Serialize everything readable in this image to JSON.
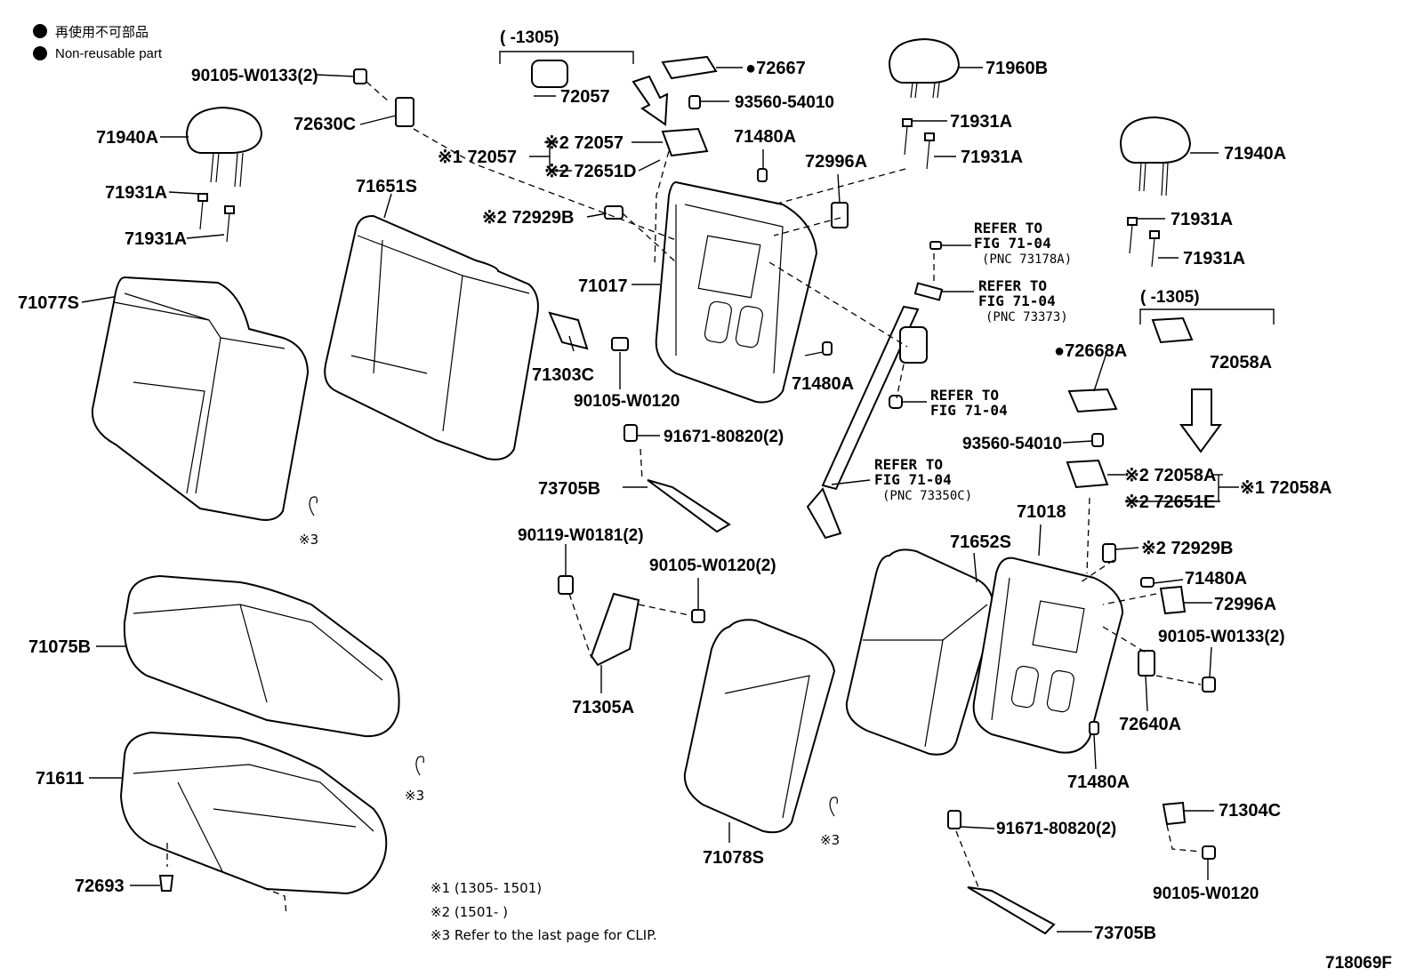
{
  "legend": {
    "jp": "再使用不可部品",
    "en": "Non-reusable part"
  },
  "figure_code": "718069F",
  "notes": {
    "n1": "※1 (1305- 1501)",
    "n2": "※2 (1501-      )",
    "n3": "※3 Refer to the last page for CLIP."
  },
  "ranges": {
    "left": "(        -1305)",
    "right": "(        -1305)"
  },
  "clip_marks": {
    "c1": "※3",
    "c2": "※3",
    "c3": "※3"
  },
  "parts": {
    "p_90105_W0133_a": "90105-W0133(2)",
    "p_72630C": "72630C",
    "p_71940A_left": "71940A",
    "p_71931A_l1": "71931A",
    "p_71931A_l2": "71931A",
    "p_71077S": "71077S",
    "p_71651S": "71651S",
    "p_72057_top": "72057",
    "p_72057_x1": "※1 72057",
    "p_72057_x2": "※2 72057",
    "p_72651D": "※2 72651D",
    "p_72929B_a": "※2 72929B",
    "p_72667": "●72667",
    "p_93560_a": "93560-54010",
    "p_71480A_a": "71480A",
    "p_72996A_a": "72996A",
    "p_71960B": "71960B",
    "p_71931A_c1": "71931A",
    "p_71931A_c2": "71931A",
    "p_71940A_right": "71940A",
    "p_71931A_r1": "71931A",
    "p_71931A_r2": "71931A",
    "p_71017": "71017",
    "p_71303C": "71303C",
    "p_90105_W0120_a": "90105-W0120",
    "p_71480A_b": "71480A",
    "p_91671_a": "91671-80820(2)",
    "p_73705B_a": "73705B",
    "p_90119": "90119-W0181(2)",
    "p_90105_W0120_b": "90105-W0120(2)",
    "p_71305A": "71305A",
    "p_71075B": "71075B",
    "p_71611": "71611",
    "p_72693": "72693",
    "p_71078S": "71078S",
    "p_71652S": "71652S",
    "p_71018": "71018",
    "p_72668A": "●72668A",
    "p_72058A_top": "72058A",
    "p_93560_b": "93560-54010",
    "p_72058A_x2": "※2 72058A",
    "p_72058A_x1": "※1 72058A",
    "p_72651E": "※2 72651E",
    "p_72929B_b": "※2 72929B",
    "p_71480A_c": "71480A",
    "p_72996A_b": "72996A",
    "p_90105_W0133_b": "90105-W0133(2)",
    "p_72640A": "72640A",
    "p_71480A_d": "71480A",
    "p_71304C": "71304C",
    "p_90105_W0120_c": "90105-W0120",
    "p_91671_b": "91671-80820(2)",
    "p_73705B_b": "73705B"
  },
  "refers": {
    "r1": {
      "l1": "REFER TO",
      "l2": "FIG 71-04",
      "l3": "(PNC 73178A)"
    },
    "r2": {
      "l1": "REFER TO",
      "l2": "FIG 71-04",
      "l3": "(PNC 73373)"
    },
    "r3": {
      "l1": "REFER TO",
      "l2": "FIG 71-04"
    },
    "r4": {
      "l1": "REFER TO",
      "l2": "FIG 71-04",
      "l3": "(PNC 73350C)"
    }
  }
}
